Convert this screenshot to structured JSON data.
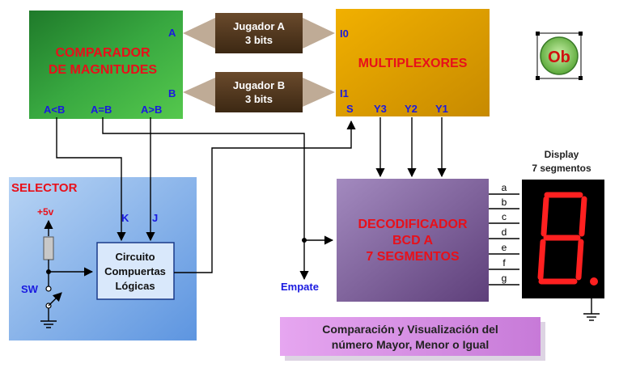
{
  "comparador": {
    "title_line1": "COMPARADOR",
    "title_line2": "DE MAGNITUDES",
    "port_a": "A",
    "port_b": "B",
    "out_lt": "A<B",
    "out_eq": "A=B",
    "out_gt": "A>B"
  },
  "jugador_a": {
    "line1": "Jugador A",
    "line2": "3 bits"
  },
  "jugador_b": {
    "line1": "Jugador B",
    "line2": "3 bits"
  },
  "multiplexores": {
    "title": "MULTIPLEXORES",
    "in0": "I0",
    "in1": "I1",
    "sel": "S",
    "y3": "Y3",
    "y2": "Y2",
    "y1": "Y1"
  },
  "logo": {
    "text": "Ob"
  },
  "selector": {
    "title": "SELECTOR",
    "vcc": "+5v",
    "sw": "SW",
    "k": "K",
    "j": "J"
  },
  "circuito": {
    "line1": "Circuito",
    "line2": "Compuertas",
    "line3": "Lógicas"
  },
  "decodificador": {
    "line1": "DECODIFICADOR",
    "line2": "BCD A",
    "line3": "7 SEGMENTOS"
  },
  "empate": "Empate",
  "display": {
    "title_line1": "Display",
    "title_line2": "7 segmentos",
    "segments": [
      "a",
      "b",
      "c",
      "d",
      "e",
      "f",
      "g"
    ],
    "digit_color": "#ff2020"
  },
  "caption": {
    "line1": "Comparación y Visualización del",
    "line2": "número Mayor, Menor o Igual"
  }
}
